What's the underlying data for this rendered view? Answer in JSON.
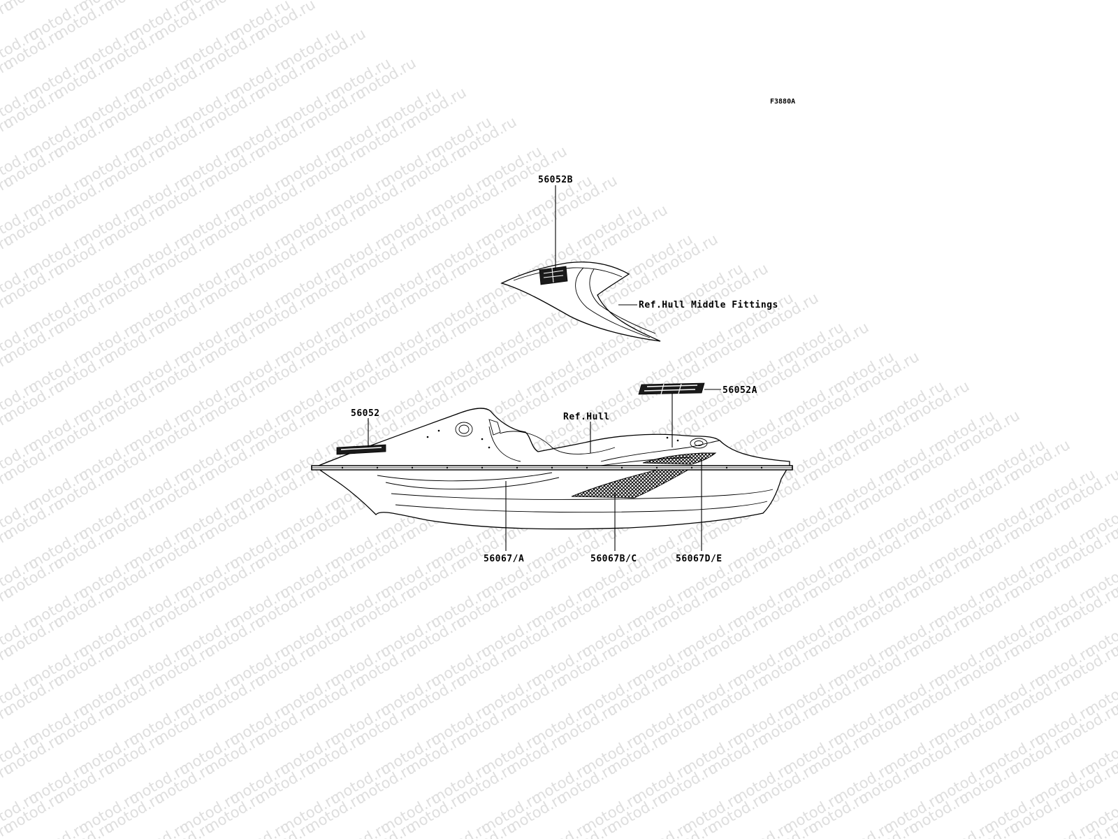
{
  "figure_code": "F3880A",
  "watermark_text": "motod.ru",
  "labels": {
    "p56052B": "56052B",
    "ref_hull_middle": "Ref.Hull Middle Fittings",
    "p56052A": "56052A",
    "p56052": "56052",
    "ref_hull": "Ref.Hull",
    "p56067A": "56067/A",
    "p56067BC": "56067B/C",
    "p56067DE": "56067D/E"
  }
}
